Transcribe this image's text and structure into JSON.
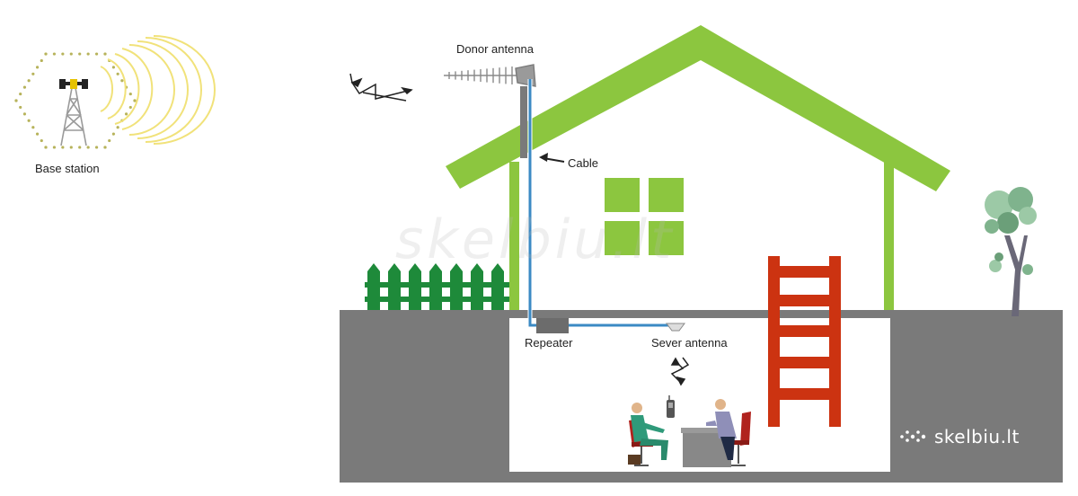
{
  "labels": {
    "base_station": "Base station",
    "donor_antenna": "Donor antenna",
    "cable": "Cable",
    "repeater": "Repeater",
    "server_antenna": "Sever antenna"
  },
  "watermark": {
    "center": "skelbiu.lt",
    "corner": "skelbiu.lt"
  },
  "colors": {
    "house_green": "#8cc63f",
    "fence_green": "#1e8a3a",
    "ground_gray": "#7a7a7a",
    "ladder_red": "#cc3311",
    "cable_blue": "#3b8ac4",
    "signal_yellow": "#f1e27a"
  }
}
